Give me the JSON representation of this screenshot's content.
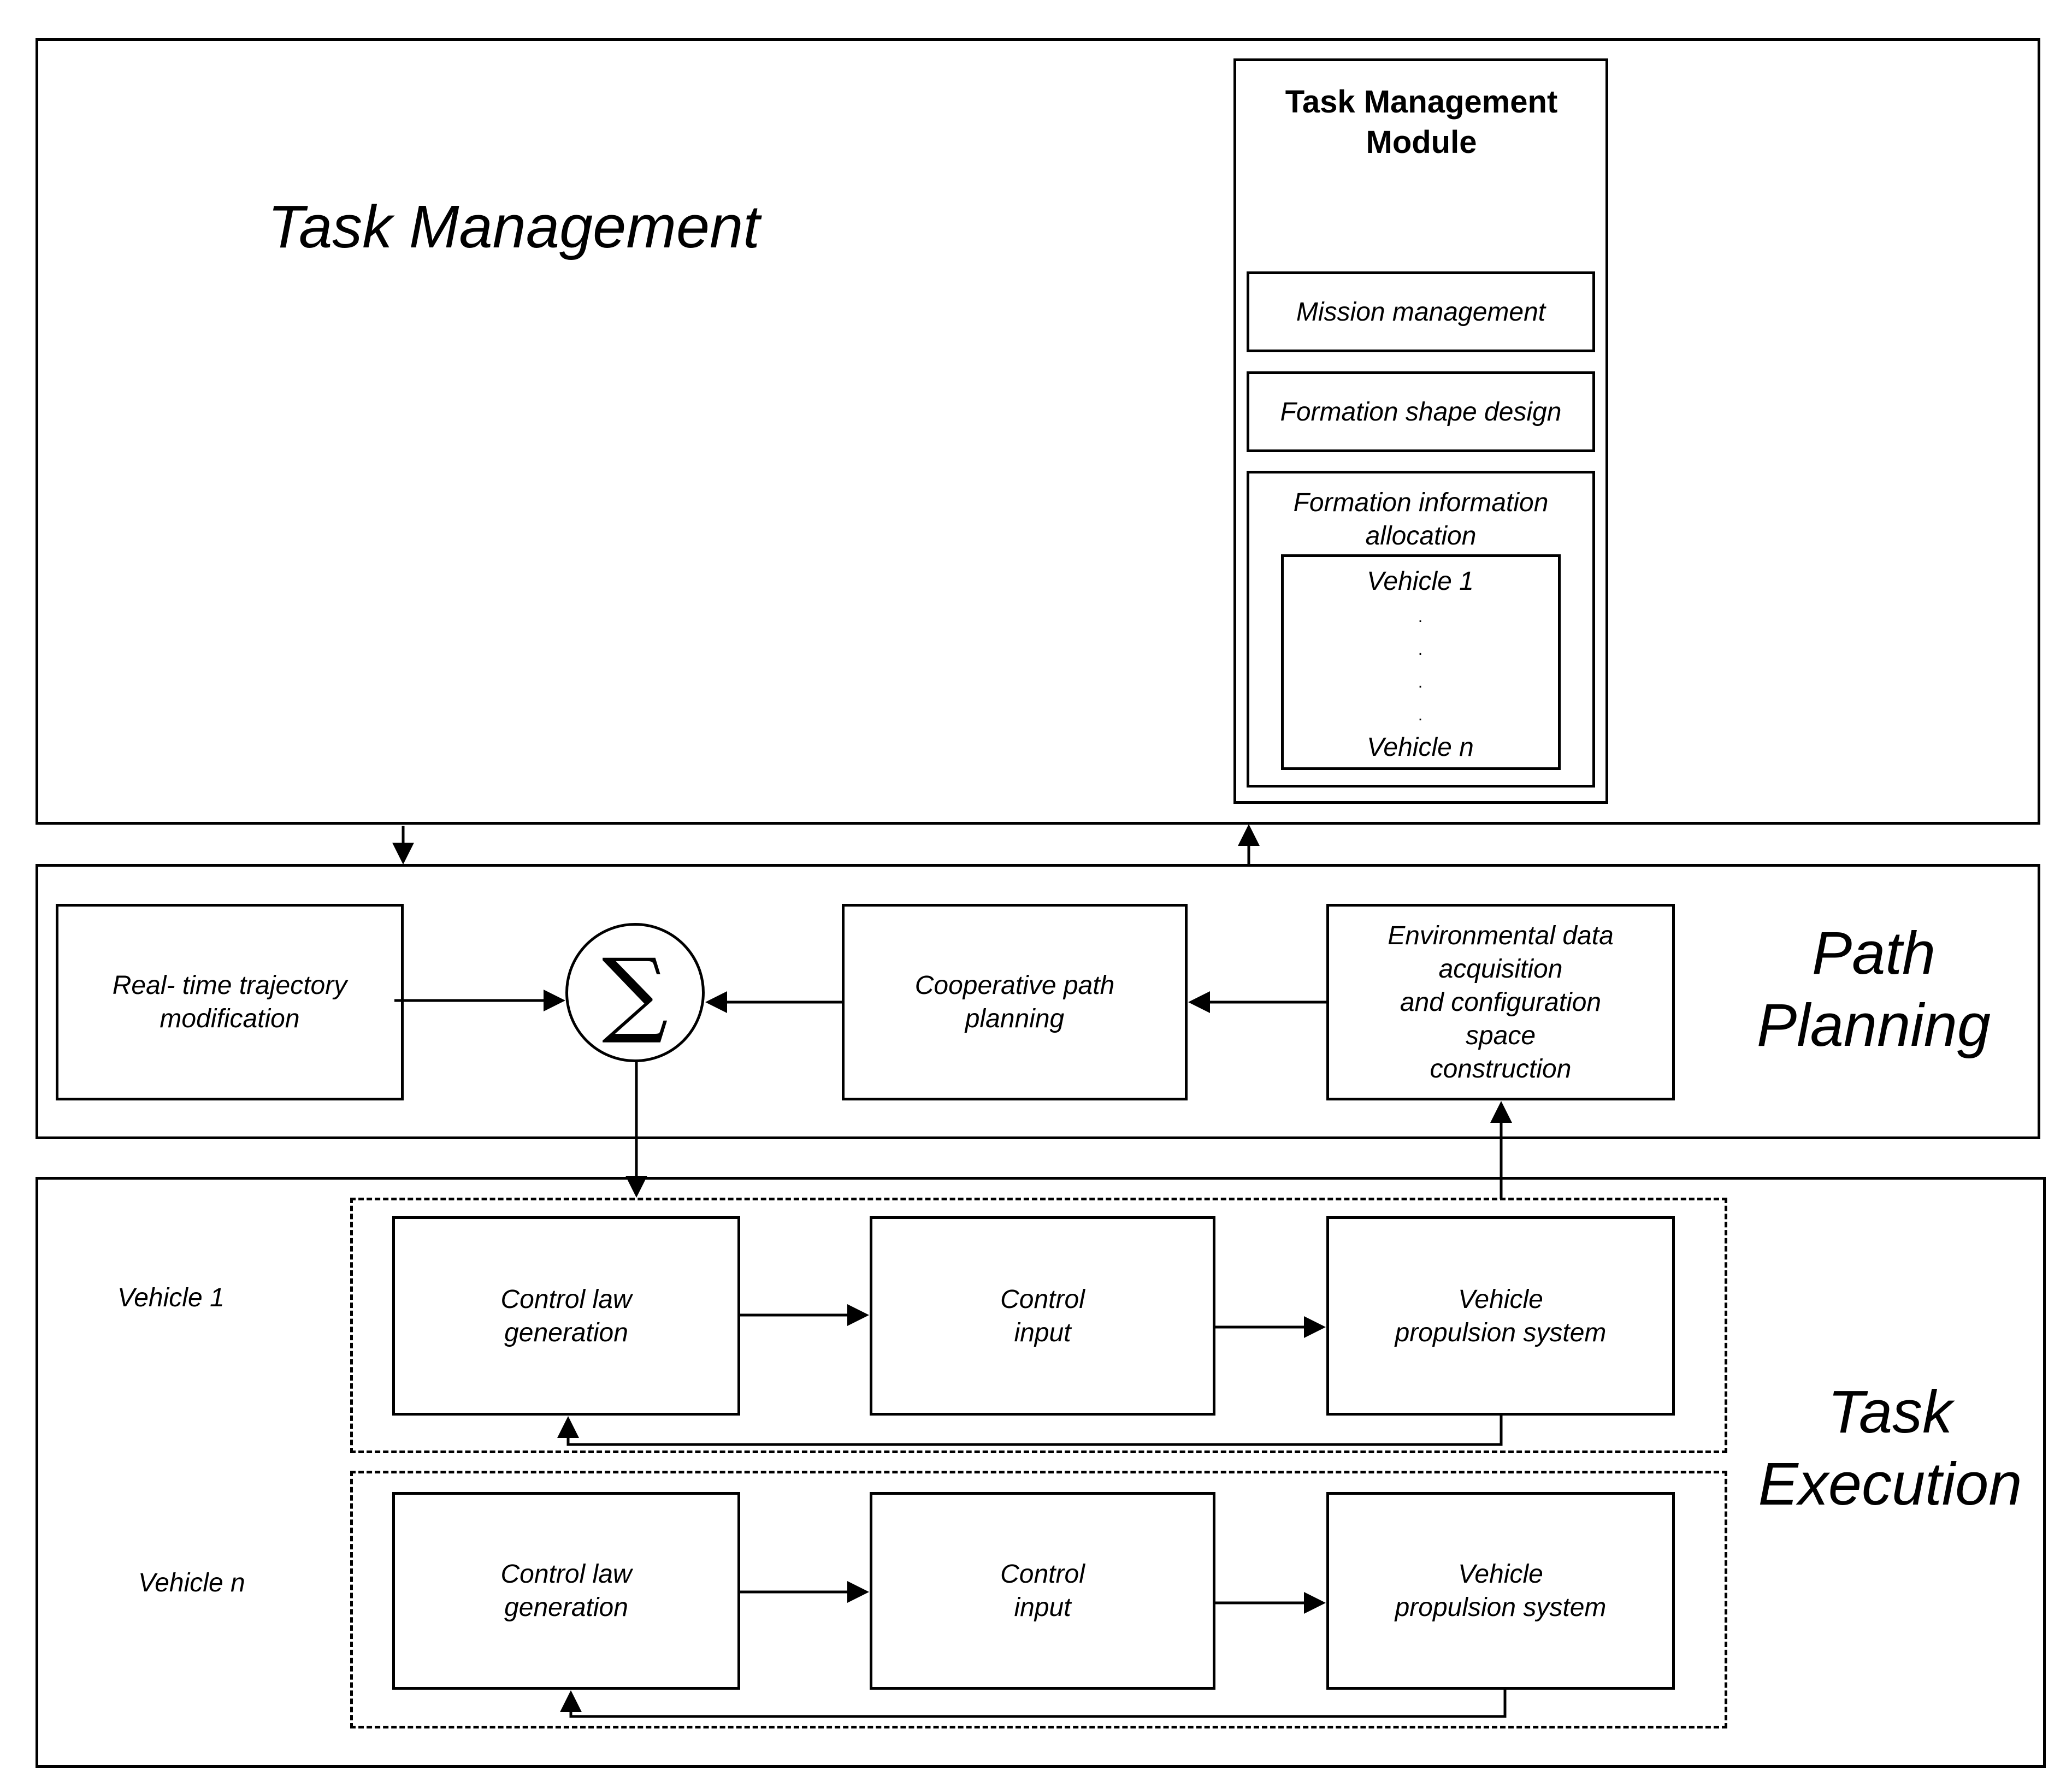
{
  "task_management": {
    "title": "Task Management",
    "module_title": "Task Management\nModule",
    "mission": "Mission management",
    "formation_shape": "Formation shape design",
    "formation_info": "Formation information\nallocation",
    "vehicle_first": "Vehicle 1",
    "vehicle_dots": ".\n.\n.\n.",
    "vehicle_last": "Vehicle n"
  },
  "path_planning": {
    "title": "Path\nPlanning",
    "realtime": "Real- time trajectory\nmodification",
    "sigma": "∑",
    "cooperative": "Cooperative path\nplanning",
    "environmental": "Environmental data\nacquisition\nand configuration\nspace\nconstruction"
  },
  "task_execution": {
    "title": "Task\nExecution",
    "vehicles": [
      {
        "label": "Vehicle 1",
        "control_law": "Control law\ngeneration",
        "control_input": "Control\ninput",
        "propulsion": "Vehicle\npropulsion system"
      },
      {
        "label": "Vehicle n",
        "control_law": "Control law\ngeneration",
        "control_input": "Control\ninput",
        "propulsion": "Vehicle\npropulsion system"
      }
    ]
  }
}
